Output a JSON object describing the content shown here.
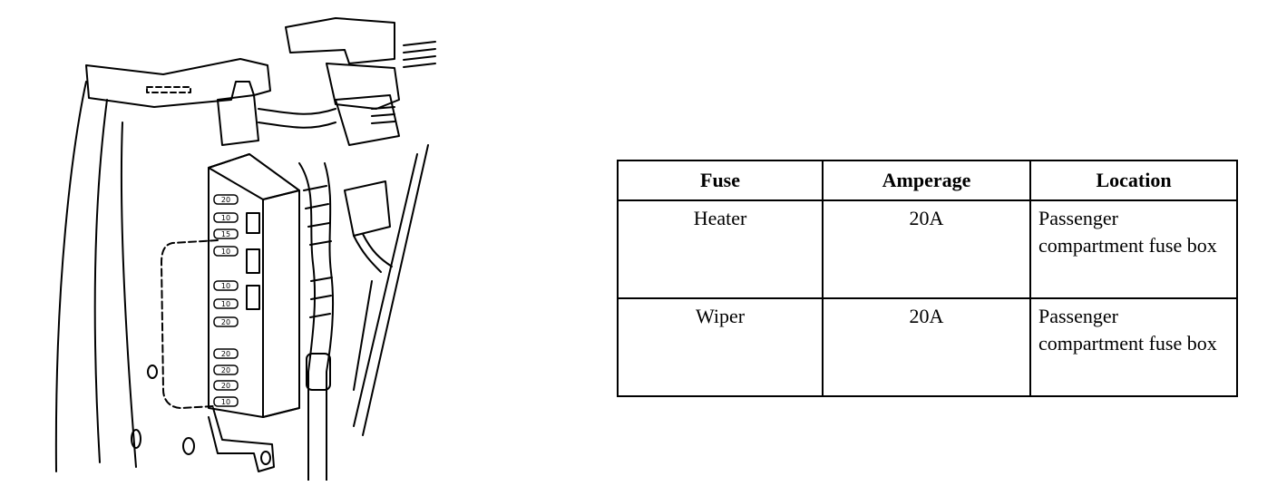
{
  "figure": {
    "fuse_labels": [
      "20",
      "10",
      "15",
      "10",
      "10",
      "10",
      "20",
      "20",
      "20",
      "20",
      "10"
    ]
  },
  "table": {
    "headers": [
      "Fuse",
      "Amperage",
      "Location"
    ],
    "rows": [
      {
        "fuse": "Heater",
        "amperage": "20A",
        "location": "Passenger compartment fuse box"
      },
      {
        "fuse": "Wiper",
        "amperage": "20A",
        "location": "Passenger compartment fuse box"
      }
    ]
  }
}
